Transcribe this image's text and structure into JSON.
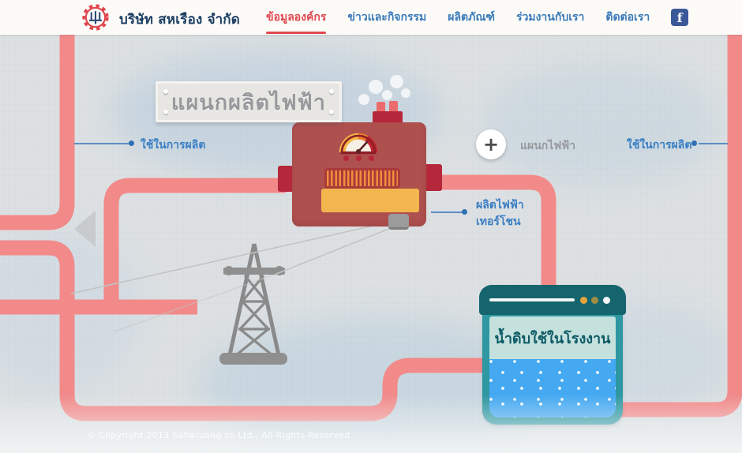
{
  "header": {
    "logo_icon": "factory-gear",
    "company_name": "บริษัท สหเรือง จำกัด",
    "nav": [
      {
        "label": "ข้อมูลองค์กร",
        "active": true
      },
      {
        "label": "ข่าวและกิจกรรม",
        "active": false
      },
      {
        "label": "ผลิตภัณฑ์",
        "active": false
      },
      {
        "label": "ร่วมงานกับเรา",
        "active": false
      },
      {
        "label": "ติดต่อเรา",
        "active": false
      }
    ],
    "facebook_label": "f"
  },
  "diagram": {
    "sign_title": "แผนกผลิตไฟฟ้า",
    "left_pipe_label": "ใช้ในการผลิต",
    "right_pipe_label": "ใช้ในการผลิต",
    "department_button": "+",
    "department_label": "แผนกไฟฟ้า",
    "machine_label_line1": "ผลิตไฟฟ้า",
    "machine_label_line2": "เทอร์โชน",
    "tank_label": "น้ำดิบใช้ในโรงงาน"
  },
  "colors": {
    "pipe_pink": "#f28a8a",
    "active_red": "#e0484f",
    "nav_blue": "#3a7ab8",
    "label_blue": "#3a7fc4",
    "machine_body_red": "#ae504e",
    "machine_dark_red": "#b5273a",
    "panel_yellow": "#f3b64e",
    "tank_teal": "#2e97a1",
    "tank_lid_teal": "#15656e",
    "water_blue": "#45a9f2",
    "facebook_blue": "#3b5998"
  },
  "footer": {
    "copyright": "© Copyright 2013 Saharuang co Ltd., All Rights Reserved."
  }
}
